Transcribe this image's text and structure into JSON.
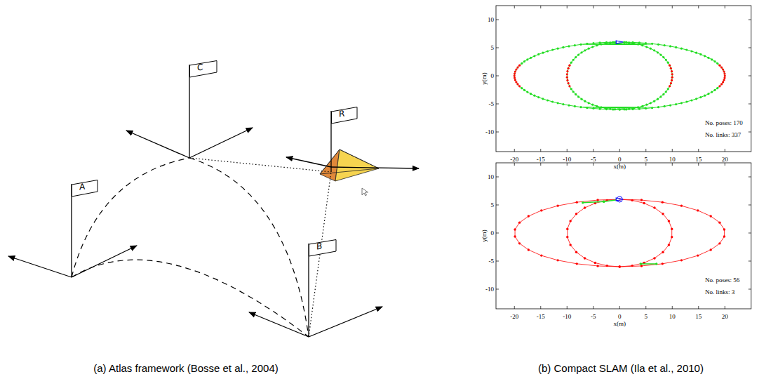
{
  "diagram": {
    "nodes": [
      {
        "text": [
          "C"
        ]
      },
      {
        "text": [
          "R"
        ]
      },
      {
        "text": [
          "A"
        ]
      },
      {
        "text": [
          "B"
        ]
      }
    ],
    "edges": [
      {
        "from": 2,
        "to": 0,
        "arrow": "none"
      },
      {
        "from": 2,
        "to": 3,
        "arrow": "none"
      },
      {
        "from": 0,
        "to": 3,
        "arrow": "none"
      },
      {
        "from": 0,
        "to": 1,
        "arrow": "none"
      },
      {
        "from": 3,
        "to": 1,
        "arrow": "none"
      }
    ],
    "labels": [
      "10",
      "5",
      "0",
      "-5",
      "-10",
      "y(m)",
      "-20",
      "-15",
      "-10",
      "-5",
      "0",
      "5",
      "10",
      "15",
      "20",
      "x(m)",
      "No. poses: 170",
      "No. links: 337",
      "10",
      "5",
      "0",
      "-5",
      "-10",
      "y(m)",
      "-20",
      "-15",
      "-10",
      "-5",
      "0",
      "5",
      "10",
      "15",
      "20",
      "x(m)",
      "No. poses: 56",
      "No. links:  3",
      "(a) Atlas framework (Bosse et al., 2004)",
      "(b) Compact SLAM (Ila et al., 2010)"
    ]
  }
}
